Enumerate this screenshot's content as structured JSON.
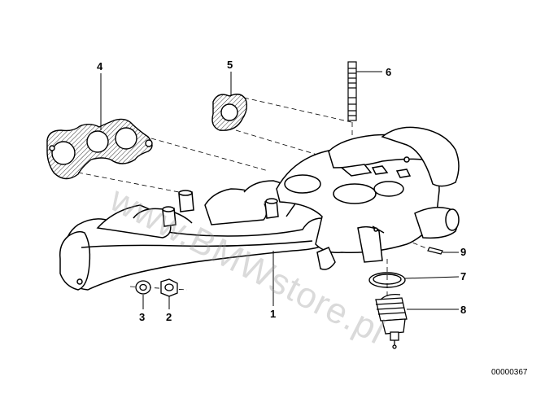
{
  "diagram": {
    "id_number": "00000367",
    "watermark": "www.BMWstore.pl"
  },
  "callouts": {
    "p1": "1",
    "p2": "2",
    "p3": "3",
    "p4": "4",
    "p5": "5",
    "p6": "6",
    "p7": "7",
    "p8": "8",
    "p9": "9"
  },
  "colors": {
    "line": "#000000",
    "hatch": "#333333",
    "watermark": "#969696"
  }
}
